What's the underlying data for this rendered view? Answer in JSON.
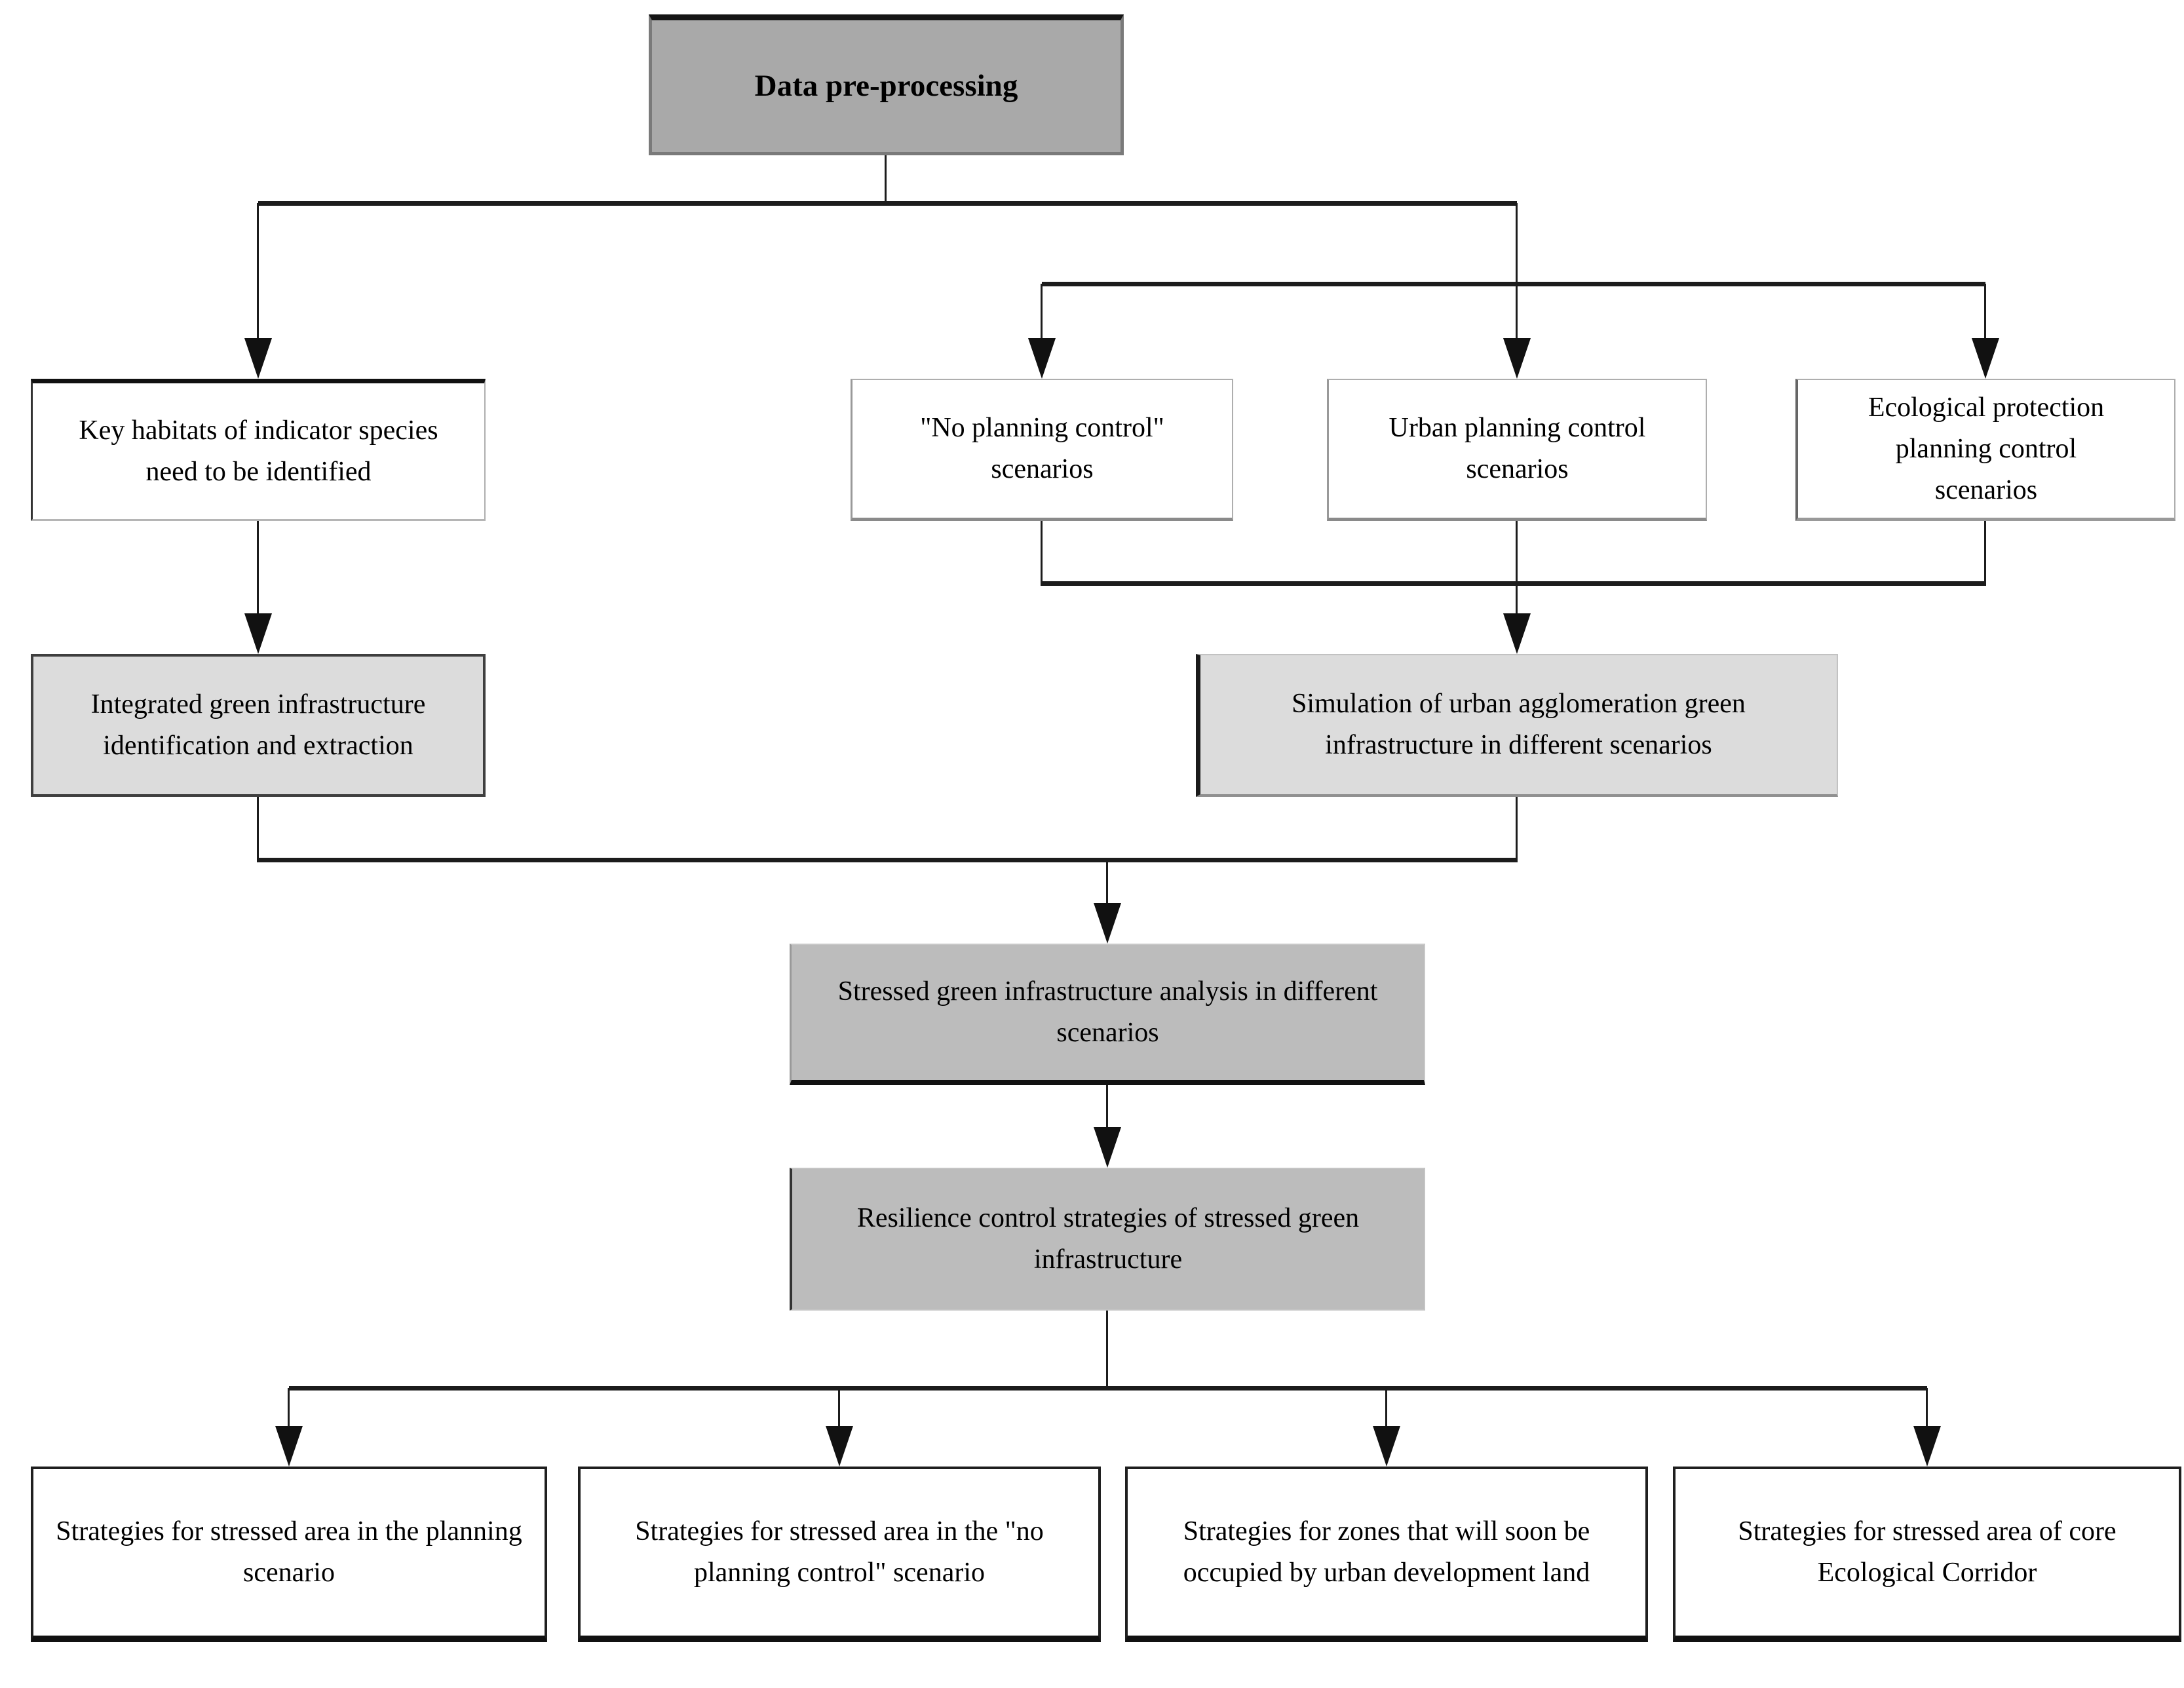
{
  "figure": {
    "type": "flowchart",
    "background": "#ffffff",
    "description": "Research workflow diagram from data pre-processing to resilience control strategies"
  },
  "colors": {
    "title_box_fill": "#a9a9a9",
    "mid_gray_fill": "#bcbcbc",
    "light_gray_fill": "#dcdcdc",
    "white_fill": "#ffffff",
    "line_color": "#1c1c1c",
    "text_color": "#000000"
  },
  "nodes": {
    "data_preprocessing": {
      "label": "Data pre-processing"
    },
    "key_habitats": {
      "label": "Key habitats of indicator species need to be identified"
    },
    "no_planning": {
      "label": "\"No planning control\" scenarios"
    },
    "urban_planning": {
      "label": "Urban planning control scenarios"
    },
    "ecological_protection": {
      "label": "Ecological protection planning control scenarios"
    },
    "integrated_green": {
      "label": "Integrated green infrastructure identification and extraction"
    },
    "simulation": {
      "label": "Simulation of urban agglomeration green infrastructure in different scenarios"
    },
    "stressed_analysis": {
      "label": "Stressed green infrastructure analysis in different scenarios"
    },
    "resilience": {
      "label": "Resilience control strategies of stressed green infrastructure"
    },
    "strategies_planning": {
      "label": "Strategies for stressed area in the planning scenario"
    },
    "strategies_no_planning": {
      "label": "Strategies for  stressed area in the \"no planning control\" scenario"
    },
    "strategies_zones": {
      "label": "Strategies for zones that will soon be occupied by urban development land"
    },
    "strategies_corridor": {
      "label": "Strategies for stressed area of core Ecological Corridor"
    }
  }
}
